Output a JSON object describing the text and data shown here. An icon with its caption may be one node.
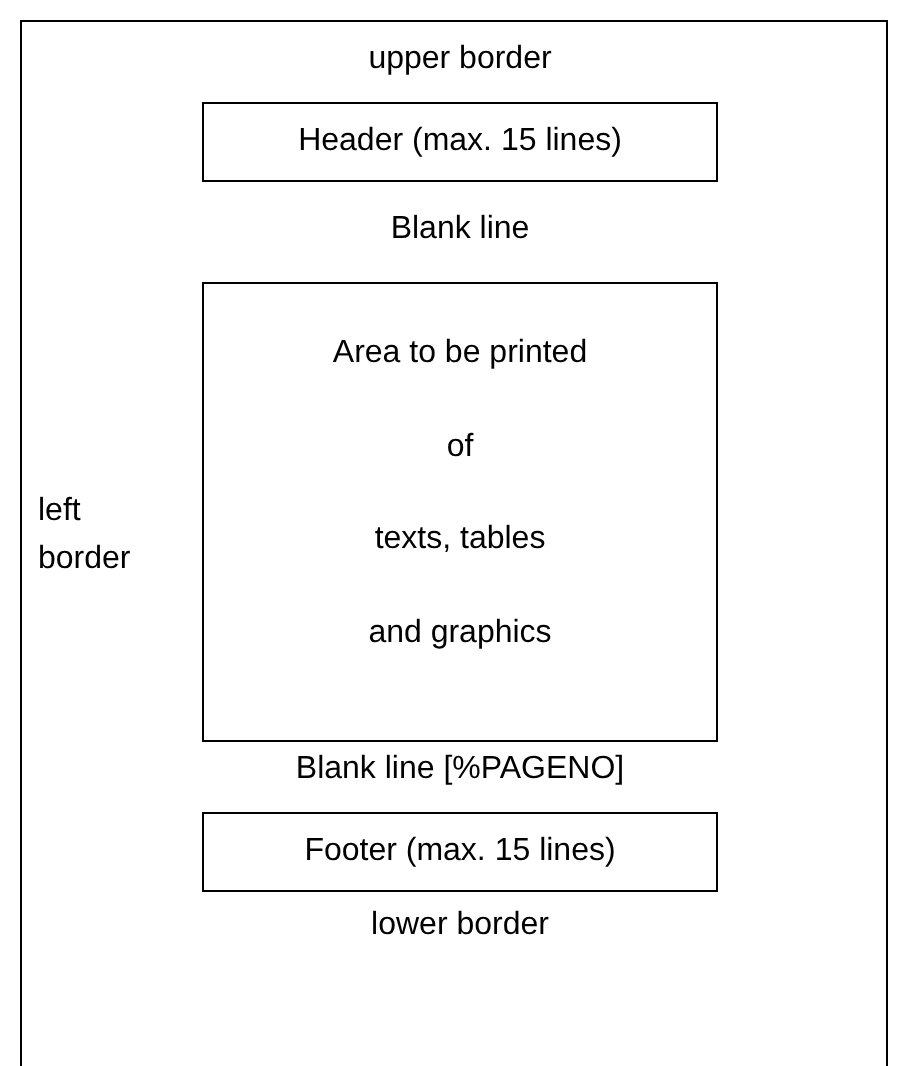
{
  "diagram": {
    "nodes": [
      {
        "text": [],
        "shape": "box"
      },
      {
        "text": [
          "Header (max. 15 lines)"
        ],
        "in": 0
      },
      {
        "text": [
          "Area to be printed",
          "of",
          "texts, tables",
          "and graphics"
        ],
        "in": 0
      },
      {
        "text": [
          "Footer (max. 15 lines)"
        ],
        "in": 0
      }
    ],
    "edges": [],
    "labels": [
      "upper border",
      "Blank line",
      "left border",
      "Blank line [%PAGENO]",
      "lower border"
    ]
  }
}
